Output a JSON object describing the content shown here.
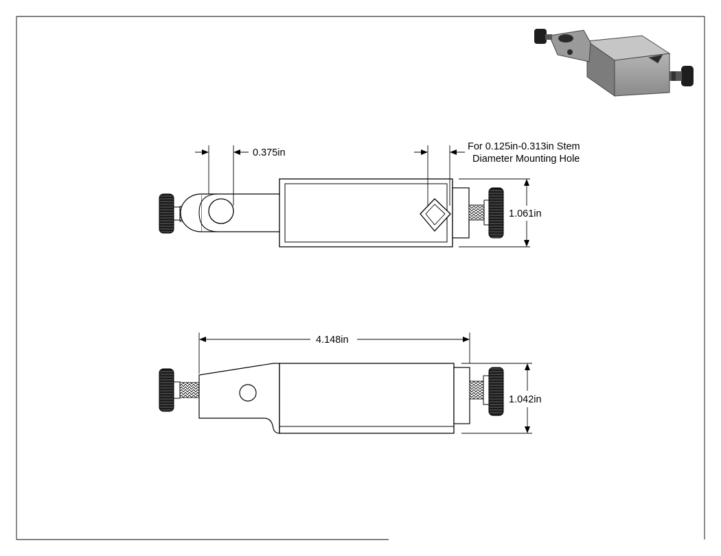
{
  "drawing": {
    "dimensions": {
      "hole_diameter": "0.375in",
      "stem_note_line1": "For 0.125in-0.313in Stem",
      "stem_note_line2": "Diameter Mounting Hole",
      "top_height": "1.061in",
      "overall_length": "4.148in",
      "side_height": "1.042in"
    }
  },
  "colors": {
    "line": "#000000",
    "background": "#ffffff",
    "iso_body": "#8f8f8f",
    "iso_dark": "#1e1e1e"
  },
  "icons": {
    "knob": "knurled-thumbscrew-icon",
    "iso_view": "3d-clamp-render"
  }
}
